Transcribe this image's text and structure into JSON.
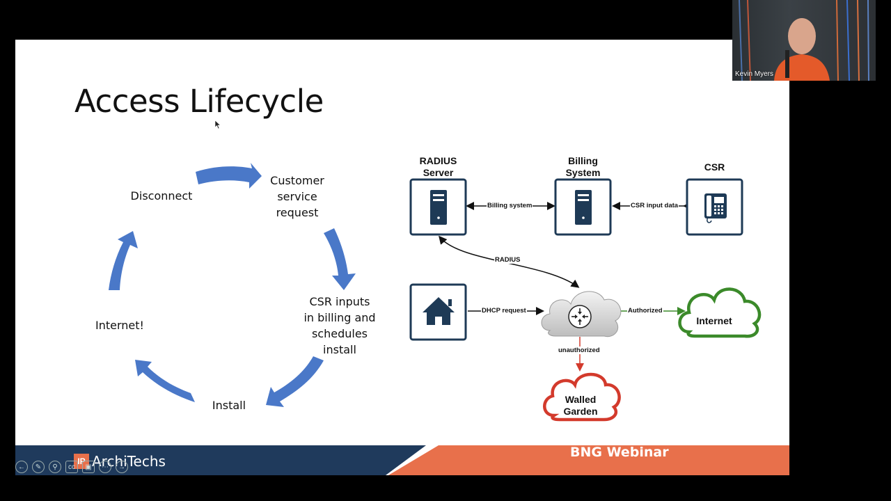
{
  "slide": {
    "title": "Access Lifecycle",
    "footer": "BNG Webinar",
    "logo": {
      "mark": "IP",
      "text": "ArchiTechs"
    },
    "colors": {
      "arrow_blue": "#4a78c8",
      "footer_navy": "#1f3a5c",
      "footer_orange": "#e8704b",
      "server_navy": "#1e3a56",
      "authorized_green": "#3b8a2a",
      "walled_red": "#d33a2c"
    }
  },
  "cycle": {
    "customer_service_request": "Customer\nservice\nrequest",
    "csr_inputs": "CSR inputs\nin billing and\nschedules\ninstall",
    "install": "Install",
    "internet": "Internet!",
    "disconnect": "Disconnect"
  },
  "diagram": {
    "radius_server": "RADIUS\nServer",
    "billing_system": "Billing\nSystem",
    "csr": "CSR",
    "conn_billing": "Billing system",
    "conn_csr_input": "CSR input data",
    "conn_radius": "RADIUS",
    "conn_dhcp": "DHCP request",
    "conn_authorized": "Authorized",
    "conn_unauthorized": "unauthorized",
    "internet_cloud": "Internet",
    "walled_garden": "Walled\nGarden"
  },
  "video": {
    "participant": "Kevin Myers"
  },
  "icons": [
    "server-icon",
    "phone-icon",
    "house-icon",
    "router-icon",
    "cloud-icon",
    "cursor-icon"
  ],
  "controls": [
    "back-icon",
    "pen-icon",
    "zoom-icon",
    "cc-icon",
    "crop-icon",
    "more-icon",
    "forward-icon"
  ]
}
